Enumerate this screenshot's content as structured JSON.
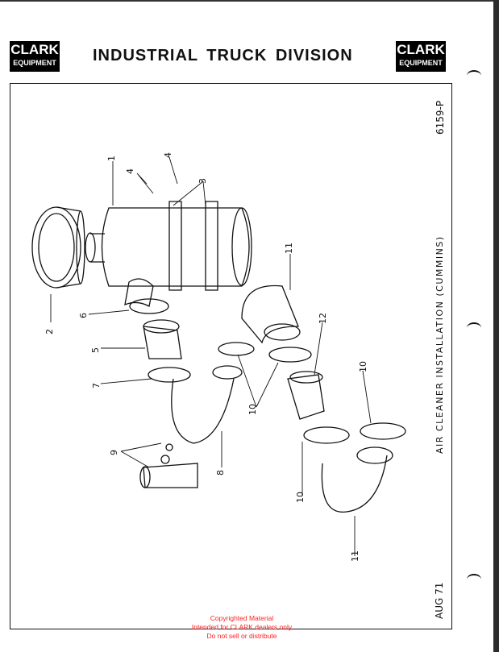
{
  "header": {
    "logo_line1": "CLARK",
    "logo_line2": "EQUIPMENT",
    "title": "INDUSTRIAL TRUCK DIVISION"
  },
  "document": {
    "page_number": "6159-P",
    "caption": "AIR CLEANER INSTALLATION (CUMMINS)",
    "date": "AUG 71"
  },
  "callouts": [
    "1",
    "4",
    "4",
    "3",
    "2",
    "6",
    "5",
    "7",
    "9",
    "8",
    "10",
    "11",
    "12",
    "10",
    "10",
    "11"
  ],
  "watermark": {
    "line1": "Copyrighted Material",
    "line2": "Intended for CLARK dealers only",
    "line3": "Do not sell or distribute"
  }
}
